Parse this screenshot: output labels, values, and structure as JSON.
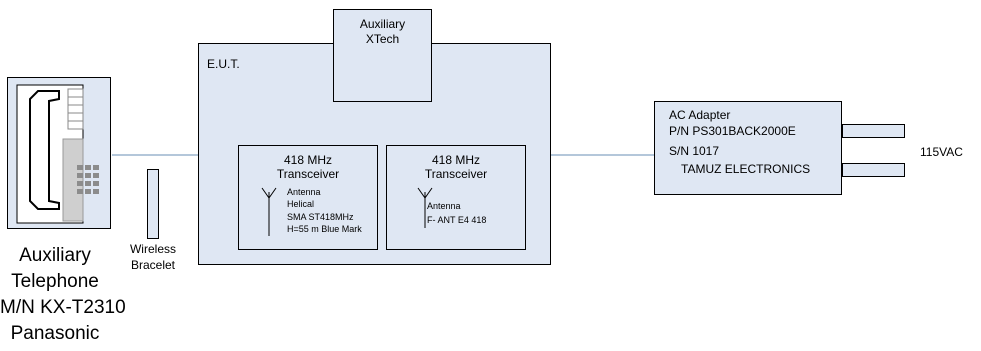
{
  "eut": {
    "label": "E.U.T."
  },
  "aux_xtech": {
    "line1": "Auxiliary",
    "line2": "XTech"
  },
  "transceiver_1": {
    "line1": "418 MHz",
    "line2": "Transceiver",
    "antenna_lines": [
      "Antenna",
      "Helical",
      "SMA ST418MHz",
      "H=55 m Blue Mark"
    ]
  },
  "transceiver_2": {
    "line1": "418 MHz",
    "line2": "Transceiver",
    "antenna_lines": [
      "Antenna",
      "F- ANT E4 418"
    ]
  },
  "ac_adapter": {
    "lines": [
      "AC Adapter",
      "P/N PS301BACK2000E",
      "S/N 1017",
      "TAMUZ ELECTRONICS"
    ]
  },
  "power": {
    "label": "115VAC"
  },
  "telephone": {
    "lines": [
      "Auxiliary",
      "Telephone",
      "M/N KX-T2310",
      "Panasonic"
    ]
  },
  "bracelet": {
    "lines": [
      "Wireless",
      "Bracelet"
    ]
  },
  "colors": {
    "box_fill": "#dfe7f3",
    "connector_line": "#6a8fb5",
    "outline": "#000000"
  },
  "icons": [
    "telephone-icon",
    "antenna-icon"
  ]
}
